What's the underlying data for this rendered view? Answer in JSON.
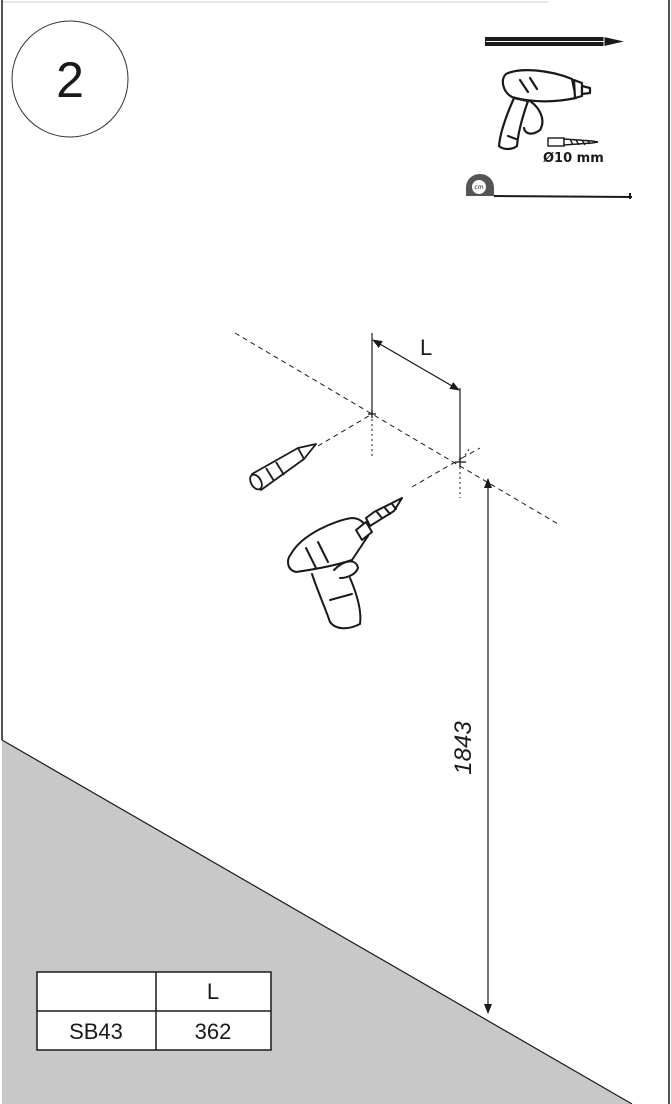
{
  "step_number": "2",
  "tools": {
    "drill_bit_label": "Ø10 mm",
    "tape_label": "cm"
  },
  "diagram": {
    "spacing_label": "L",
    "height_label": "1843"
  },
  "spec_table": {
    "header": [
      "",
      "L"
    ],
    "rows": [
      [
        "SB43",
        "362"
      ]
    ]
  },
  "colors": {
    "line": "#1a1a1a",
    "floor": "#c8c8c8",
    "tape_body": "#555555"
  }
}
